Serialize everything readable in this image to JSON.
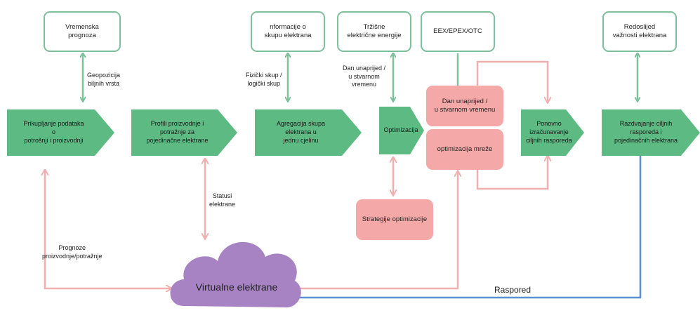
{
  "top_boxes": {
    "weather": "Vremenska\nprognoza",
    "plant_info": "nformacije o\nskupu elektrana",
    "market_price": "Tržišne\nelektrične energije",
    "exchange": "EEX/EPEX/OTC",
    "priority": "Redoslijed\nvažnosti elektrana"
  },
  "arrow_labels": {
    "geoposition": "Geopozicija\nbiljnih vrsta",
    "physical_logical": "Fizički skup /\nlogički skup",
    "day_ahead_realtime": "Dan unaprijed /\nu stvarnom\nvremenu",
    "plant_status": "Statusi\nelektrane",
    "forecasts": "Prognoze\nproizvodnje/potražnje",
    "schedule": "Raspored"
  },
  "process_steps": {
    "collect": "Prikupljanje podataka\no\npotrošnji i proizvodnji",
    "profiles": "Profili proizvodnje i\npotražnje za\npojedinačne elektrane",
    "aggregation": "Agregacija skupa\nelektrana u\njednu cjelinu",
    "optimization": "Optimizacija",
    "recalc": "Ponovno\nizračunavanje\nciljnih rasporeda",
    "split": "Razdvajanje ciljnih\nrasporeda i\npojedinačnih elektrana"
  },
  "pink_boxes": {
    "day_ahead": "Dan unaprijed /\nu stvarnom vremenu",
    "grid_opt": "optimizacija mreže",
    "strategies": "Strategije optimizacije"
  },
  "cloud": {
    "label": "Virtualne elektrane"
  },
  "colors": {
    "green_fill": "#5dba82",
    "green_stroke": "#7fbf9c",
    "pink_fill": "#f4a9a8",
    "pink_line": "#efb0b0",
    "blue_line": "#5b8fd0",
    "cloud_fill": "#a783c4"
  }
}
